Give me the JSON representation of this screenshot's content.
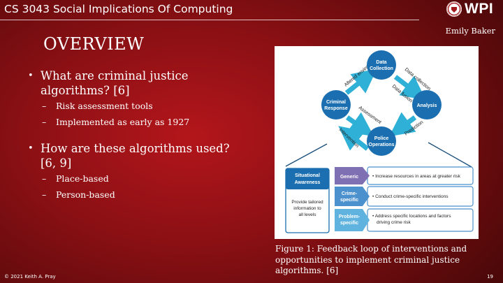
{
  "header": {
    "course_title": "CS 3043 Social Implications Of Computing",
    "logo_text": "WPI",
    "author": "Emily Baker"
  },
  "slide": {
    "heading": "OVERVIEW",
    "bullets": [
      {
        "text": "What are criminal justice algorithms? [6]",
        "sub": [
          "Risk assessment tools",
          "Implemented as early as 1927"
        ]
      },
      {
        "text": "How are these algorithms used? [6, 9]",
        "sub": [
          "Place-based",
          "Person-based"
        ]
      }
    ]
  },
  "figure": {
    "nodes": {
      "data_collection": "Data Collection",
      "analysis": "Analysis",
      "police_operations": "Police Operations",
      "criminal_response": "Criminal Response"
    },
    "edges": {
      "altered_environment": "Altered environment",
      "data_collection": "Data collection",
      "data_fusion": "Data fusion",
      "assessment": "Assessment",
      "prediction": "Prediction",
      "intervention": "Intervention"
    },
    "situational_awareness": {
      "title": "Situational Awareness",
      "body": "Provide tailored information to all levels"
    },
    "tiers": [
      {
        "label": "Generic",
        "desc": "Increase resources in areas at greater risk"
      },
      {
        "label": "Crime-specific",
        "desc": "Conduct crime-specific interventions"
      },
      {
        "label": "Problem-specific",
        "desc": "Address specific locations and factors driving crime risk"
      }
    ],
    "colors": {
      "node_blue": "#1b6fb0",
      "arrow_cyan": "#2fb0d6",
      "tier_generic": "#7f70b3",
      "tier_crime": "#4b91cd",
      "tier_problem": "#5fb3de"
    }
  },
  "caption": "Figure 1: Feedback loop of interventions and opportunities to implement criminal justice algorithms. [6]",
  "footer": {
    "copyright": "© 2021 Keith A. Pray",
    "page_number": "19"
  }
}
